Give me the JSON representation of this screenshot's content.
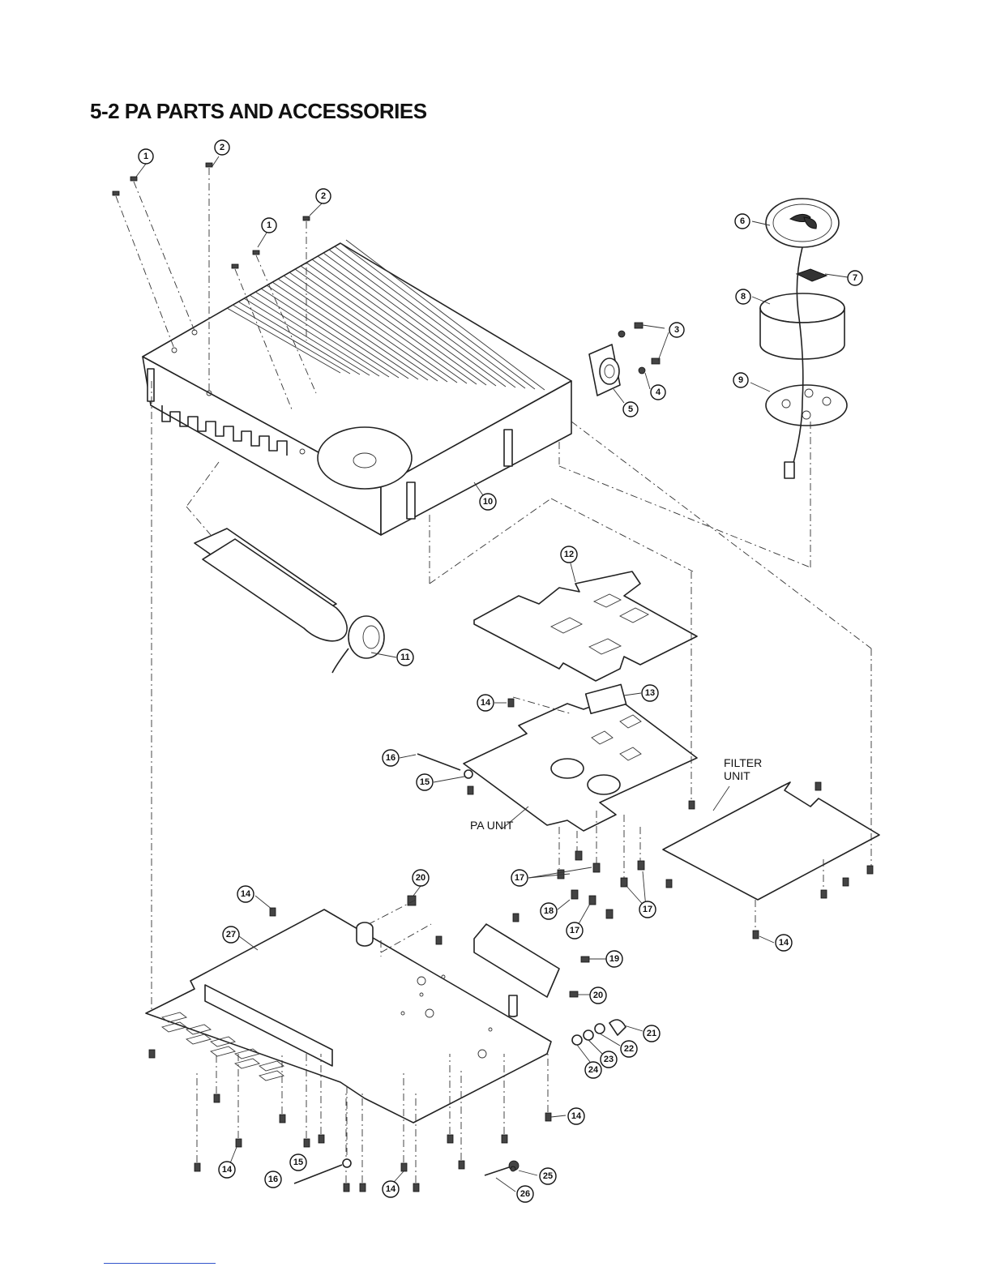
{
  "page": {
    "title": "5-2 PA PARTS AND ACCESSORIES"
  },
  "labels": {
    "pa_unit": "PA UNIT",
    "filter_unit_line1": "FILTER",
    "filter_unit_line2": "UNIT"
  },
  "callouts": {
    "c1a": "1",
    "c1b": "1",
    "c2a": "2",
    "c2b": "2",
    "c3": "3",
    "c4": "4",
    "c5": "5",
    "c6": "6",
    "c7": "7",
    "c8": "8",
    "c9": "9",
    "c10": "10",
    "c11": "11",
    "c12": "12",
    "c13": "13",
    "c14a": "14",
    "c14b": "14",
    "c14c": "14",
    "c14d": "14",
    "c14e": "14",
    "c14f": "14",
    "c15a": "15",
    "c15b": "15",
    "c16a": "16",
    "c16b": "16",
    "c17a": "17",
    "c17b": "17",
    "c17c": "17",
    "c18": "18",
    "c19": "19",
    "c20a": "20",
    "c20b": "20",
    "c21": "21",
    "c22": "22",
    "c23": "23",
    "c24": "24",
    "c25": "25",
    "c26": "26",
    "c27": "27"
  },
  "colors": {
    "line": "#222222",
    "footer_link": "#3355cc"
  }
}
